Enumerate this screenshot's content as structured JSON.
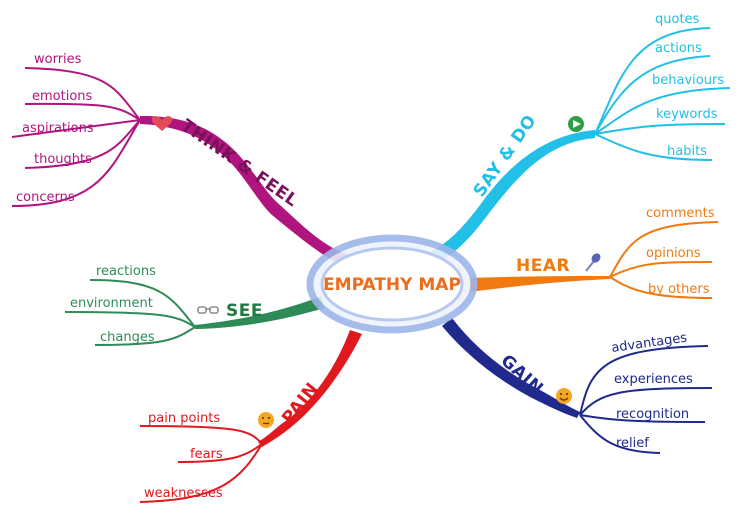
{
  "center": {
    "label": "EMPATHY MAP",
    "color": "#ef6c1c",
    "ring_color": "#8aa9e6"
  },
  "branches": {
    "think_feel": {
      "label": "THINK & FEEL",
      "color": "#b0157f",
      "icon": "heart-icon",
      "items": [
        "worries",
        "emotions",
        "aspirations",
        "thoughts",
        "concerns"
      ]
    },
    "say_do": {
      "label": "SAY & DO",
      "color": "#22bfe6",
      "icon": "play-button-icon",
      "items": [
        "quotes",
        "actions",
        "behaviours",
        "keywords",
        "habits"
      ]
    },
    "hear": {
      "label": "HEAR",
      "color": "#f07a10",
      "icon": "microphone-icon",
      "items": [
        "comments",
        "opinions",
        "by others"
      ]
    },
    "see": {
      "label": "SEE",
      "color": "#2e8b57",
      "icon": "glasses-icon",
      "items": [
        "reactions",
        "environment",
        "changes"
      ]
    },
    "gain": {
      "label": "GAIN",
      "color": "#1f2a8c",
      "icon": "smiley-icon",
      "items": [
        "advantages",
        "experiences",
        "recognition",
        "relief"
      ]
    },
    "pain": {
      "label": "PAIN",
      "color": "#e0191f",
      "icon": "sad-face-icon",
      "items": [
        "pain points",
        "fears",
        "weaknesses"
      ]
    }
  }
}
